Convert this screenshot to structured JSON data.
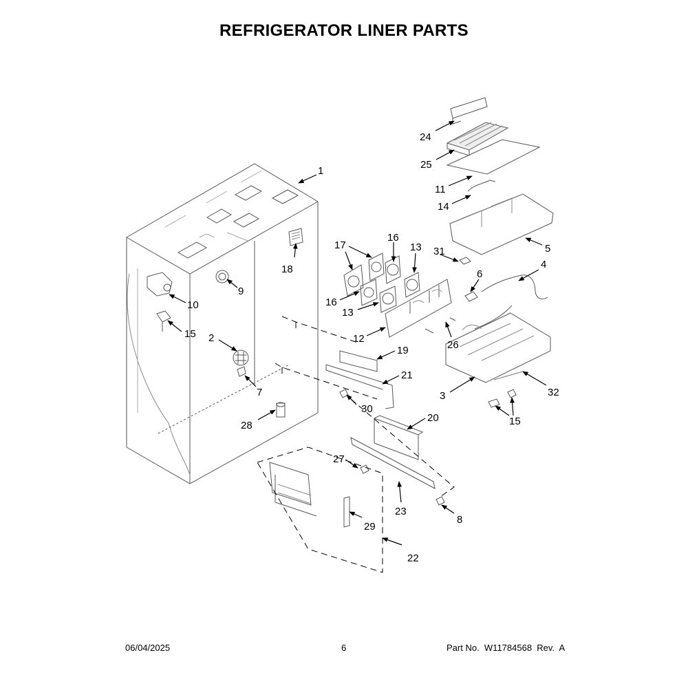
{
  "title": "REFRIGERATOR LINER PARTS",
  "footer": {
    "date": "06/04/2025",
    "page": "6",
    "part_no": "Part No.  W11784568  Rev.  A"
  },
  "callouts": [
    "1",
    "2",
    "3",
    "4",
    "5",
    "6",
    "7",
    "8",
    "9",
    "10",
    "11",
    "12",
    "13",
    "13",
    "14",
    "15",
    "15",
    "16",
    "16",
    "17",
    "18",
    "19",
    "20",
    "21",
    "22",
    "23",
    "24",
    "25",
    "26",
    "27",
    "28",
    "29",
    "30",
    "31",
    "32"
  ]
}
